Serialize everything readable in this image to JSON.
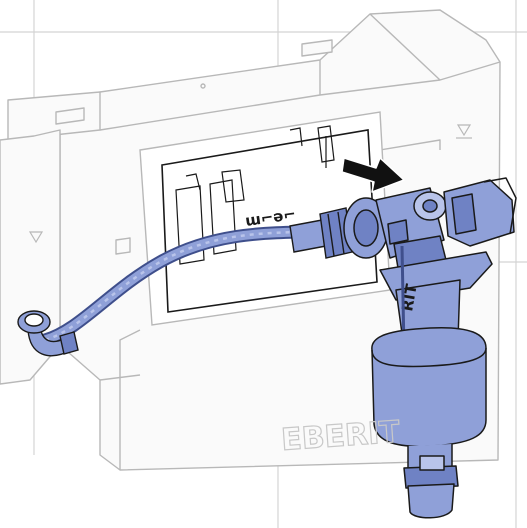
{
  "colors": {
    "background": "#ffffff",
    "line_light": "#d4d4d4",
    "line_mid": "#b8b8b8",
    "line_dark": "#1a1a1a",
    "cistern_fill": "#fafafa",
    "panel_fill": "#ffffff",
    "part_fill": "#8fa0d8",
    "part_mid": "#6f82c4",
    "part_dark": "#3f4f8c",
    "part_light": "#b9c4ea",
    "arrow": "#111111"
  },
  "labels": {
    "valve_marking": "RIT",
    "cistern_brand": "EBERIT",
    "panel_marking": "ɯ⌐ǝ⌐"
  },
  "icons": {
    "cistern_symbol_left": "triangle-down-icon",
    "cistern_symbol_right": "triangle-down-icon",
    "removal_arrow": "arrow-down-right-icon",
    "hose_nut": "hex-nut-icon"
  }
}
